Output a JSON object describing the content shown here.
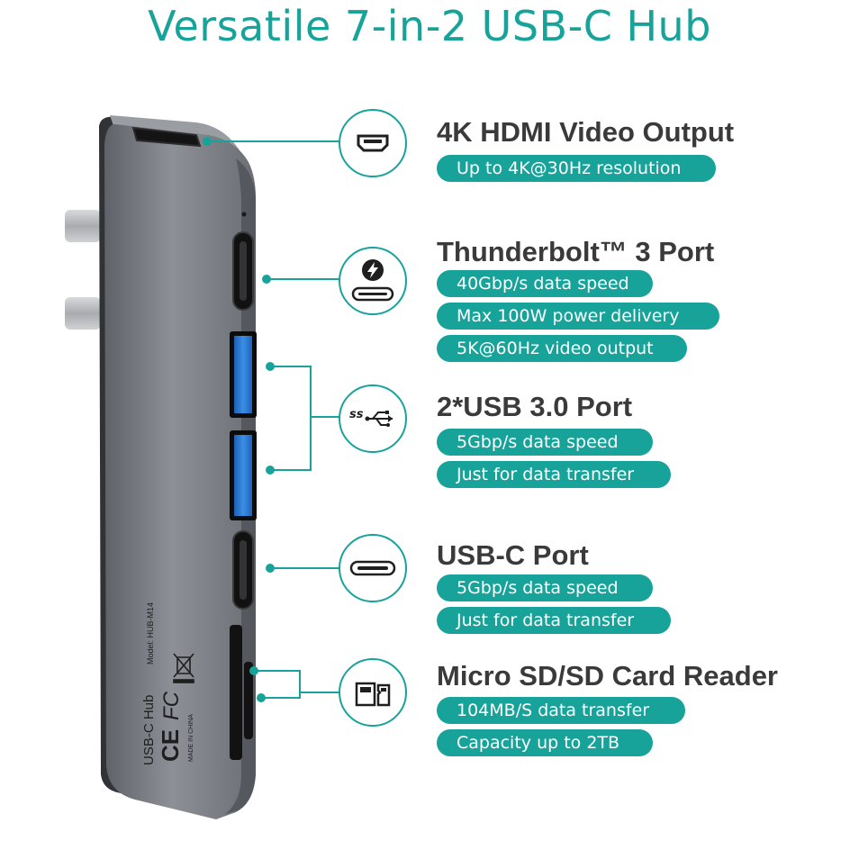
{
  "title": "Versatile 7-in-2 USB-C Hub",
  "colors": {
    "accent": "#17a39a",
    "heading": "#3a3a3a",
    "hub_body": "#7c7f85",
    "usb3_blue": "#2f7fd6"
  },
  "features": [
    {
      "title": "4K HDMI Video Output",
      "icon": "hdmi-port-icon",
      "specs": [
        "Up to 4K@30Hz resolution"
      ]
    },
    {
      "title": "Thunderbolt™ 3 Port",
      "icon": "thunderbolt-icon",
      "specs": [
        "40Gbp/s data speed",
        "Max 100W power delivery",
        "5K@60Hz video output"
      ]
    },
    {
      "title": "2*USB 3.0 Port",
      "icon": "usb-superspeed-icon",
      "icon_text": "ss",
      "specs": [
        "5Gbp/s data speed",
        "Just for data transfer"
      ]
    },
    {
      "title": "USB-C Port",
      "icon": "usb-c-port-icon",
      "specs": [
        "5Gbp/s data speed",
        "Just for data transfer"
      ]
    },
    {
      "title": "Micro SD/SD Card Reader",
      "icon": "sd-card-icon",
      "specs": [
        "104MB/S data transfer",
        "Capacity up to 2TB"
      ]
    }
  ],
  "hub_labels": {
    "name": "USB-C Hub",
    "model": "Model: HUB-M14",
    "ce": "CE",
    "fcc": "FC",
    "origin": "MADE IN CHINA"
  }
}
